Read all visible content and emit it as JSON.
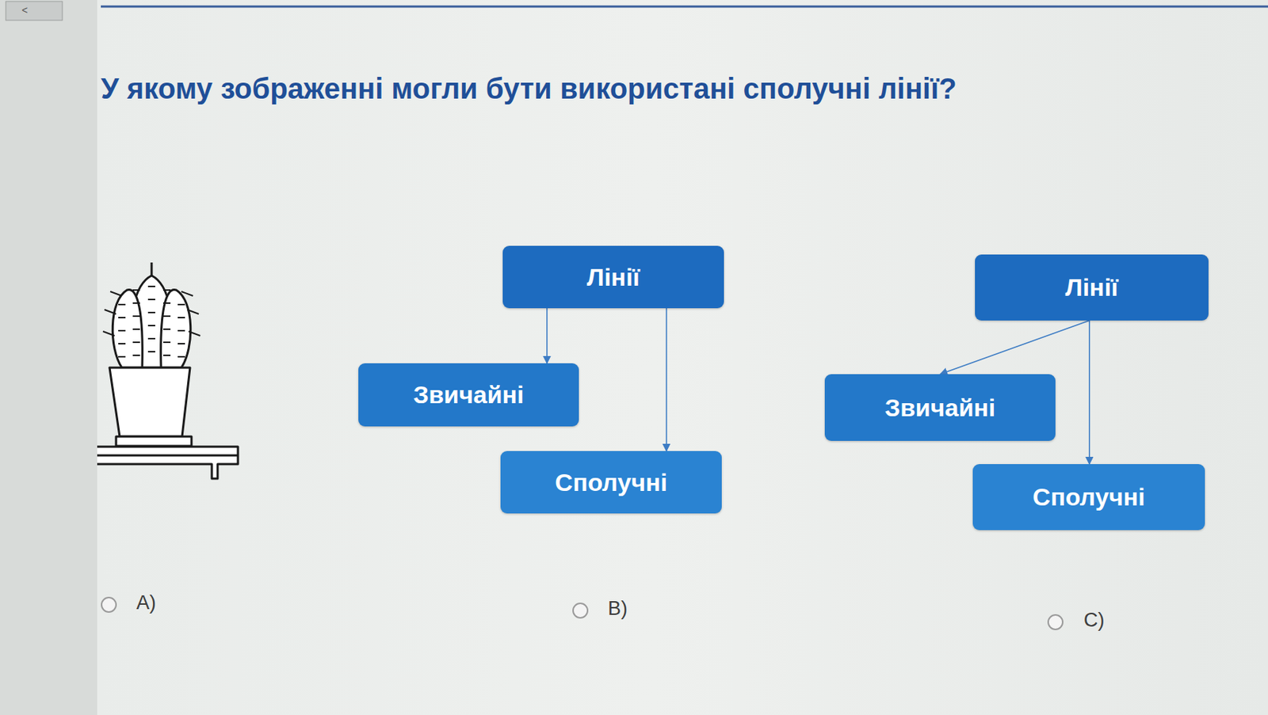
{
  "diagram": {
    "title": "У якому зображенні могли бути використані сполучні лінії?",
    "nodes": [
      {
        "text": [
          "Лінії"
        ]
      },
      {
        "text": [
          "Звичайні"
        ]
      },
      {
        "text": [
          "Сполучні"
        ]
      },
      {
        "text": [
          "Лінії"
        ]
      },
      {
        "text": [
          "Звичайні"
        ]
      },
      {
        "text": [
          "Сполучні"
        ]
      }
    ],
    "edges": [
      {
        "from": 0,
        "to": 1,
        "arrow": "to"
      },
      {
        "from": 0,
        "to": 2,
        "arrow": "to"
      },
      {
        "from": 3,
        "to": 4,
        "arrow": "to"
      },
      {
        "from": 3,
        "to": 5,
        "arrow": "to"
      }
    ],
    "labels": [
      "<",
      "A)",
      "B)",
      "C)"
    ]
  }
}
